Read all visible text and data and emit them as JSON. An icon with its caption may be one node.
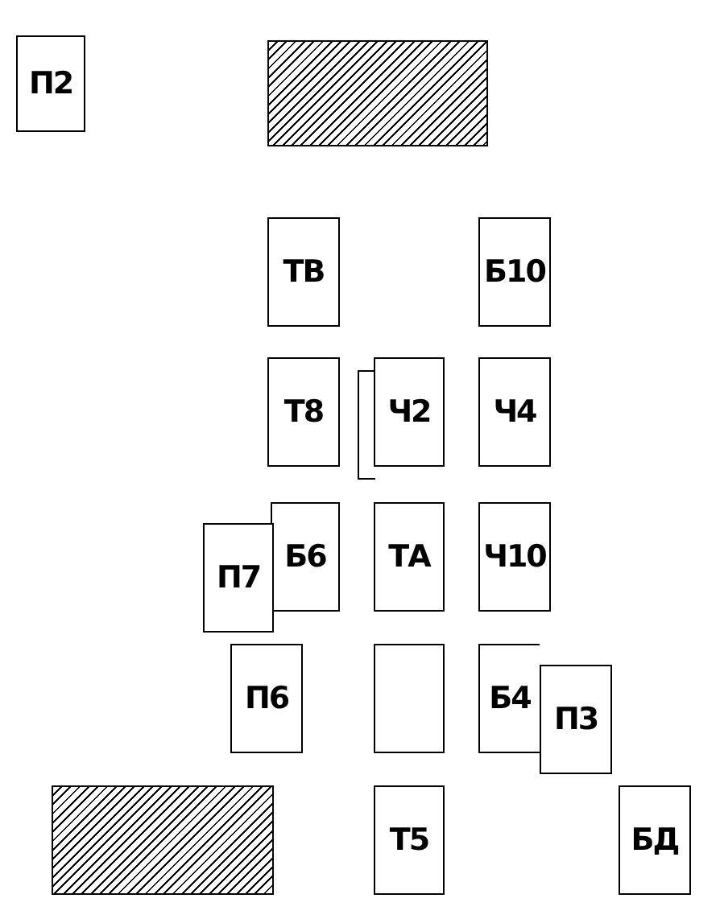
{
  "diagram": {
    "nodes": [
      {
        "text": [
          "П2"
        ]
      },
      {
        "text": [],
        "shape": "box"
      },
      {
        "text": [
          "ТВ"
        ]
      },
      {
        "text": [
          "Б10"
        ]
      },
      {
        "text": [
          "Т8"
        ]
      },
      {
        "text": [],
        "shape": "box"
      },
      {
        "text": [
          "Ч2"
        ]
      },
      {
        "text": [
          "Ч4"
        ]
      },
      {
        "text": [
          "П7"
        ]
      },
      {
        "text": [
          "Б6"
        ]
      },
      {
        "text": [
          "ТА"
        ]
      },
      {
        "text": [
          "Ч10"
        ]
      },
      {
        "text": [
          "П6"
        ]
      },
      {
        "text": [],
        "shape": "box"
      },
      {
        "text": [
          "Б4"
        ]
      },
      {
        "text": [
          "П3"
        ]
      },
      {
        "text": [],
        "shape": "box"
      },
      {
        "text": [
          "Т5"
        ]
      },
      {
        "text": [
          "БД"
        ]
      }
    ]
  }
}
